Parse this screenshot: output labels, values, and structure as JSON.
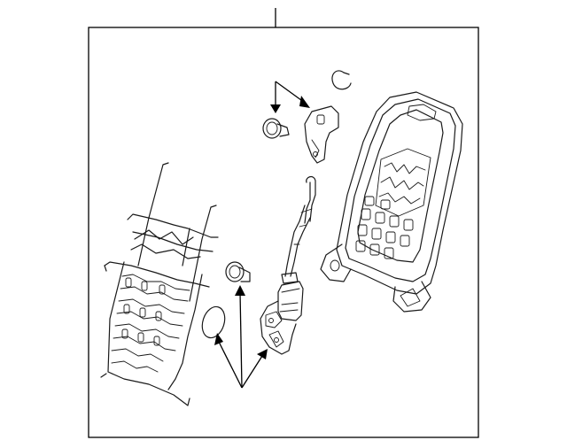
{
  "diagram": {
    "line_color": "#1a1a1a",
    "background": "#ffffff",
    "parts": [
      "seat-back-frame",
      "lumbar-support-wire-frame",
      "wire-harness",
      "lumbar-motor-actuator",
      "bracket",
      "clip",
      "push-pin-fastener-upper",
      "push-pin-fastener-lower",
      "round-pad"
    ]
  }
}
